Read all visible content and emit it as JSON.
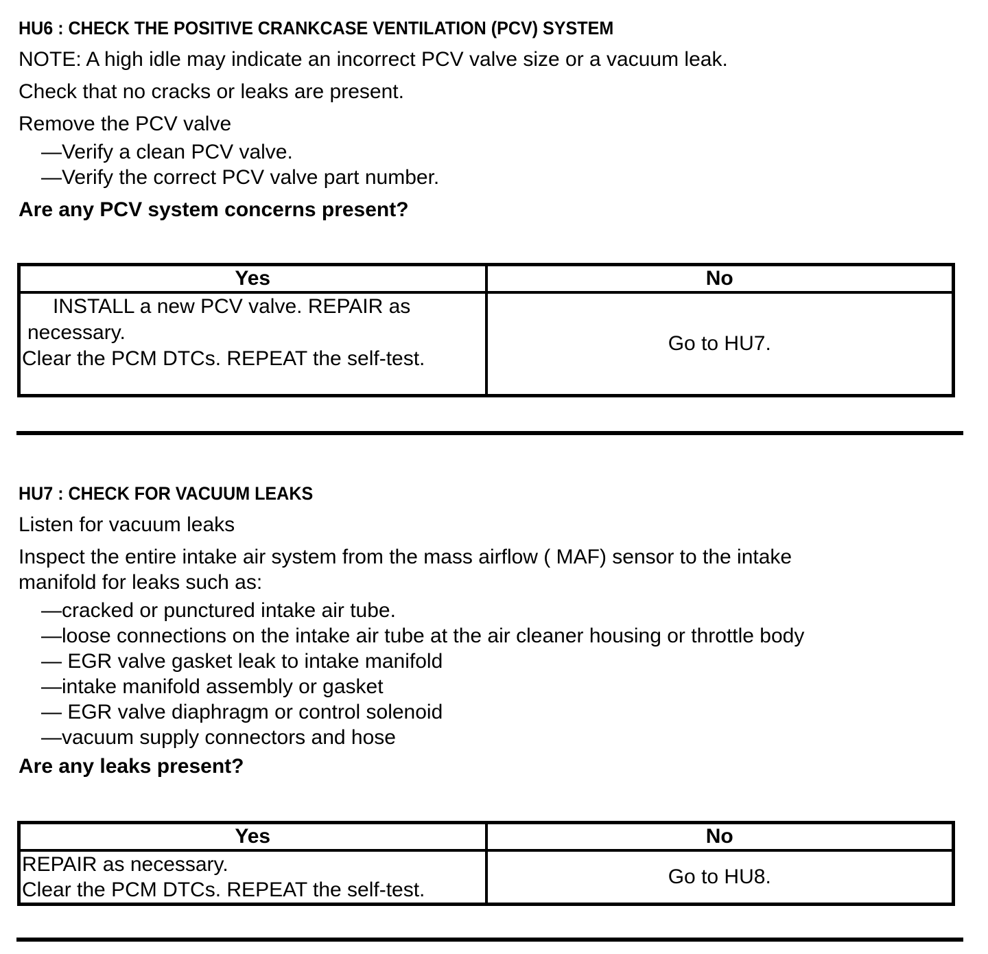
{
  "colors": {
    "text": "#000000",
    "background": "#ffffff",
    "border": "#000000"
  },
  "hu6": {
    "title": "HU6 : CHECK THE POSITIVE CRANKCASE VENTILATION (PCV) SYSTEM",
    "note": "NOTE: A high idle may indicate an incorrect PCV valve size or a vacuum leak.",
    "line1": "Check that no cracks or leaks are present.",
    "line2": "Remove the PCV valve",
    "bullets": [
      "—Verify a clean PCV valve.",
      "—Verify the correct PCV valve part number."
    ],
    "question": "Are any PCV system concerns present?",
    "table": {
      "yes_header": "Yes",
      "no_header": "No",
      "yes_lines": [
        "INSTALL a new PCV valve. REPAIR as",
        "necessary.",
        "Clear the PCM DTCs. REPEAT the self-test."
      ],
      "no": "Go to HU7."
    }
  },
  "hu7": {
    "title": "HU7 : CHECK FOR VACUUM LEAKS",
    "line1": "Listen for vacuum leaks",
    "intro_lines": [
      "Inspect the entire intake air system from the mass airflow ( MAF) sensor to the intake",
      "manifold for leaks such as:"
    ],
    "bullets": [
      "—cracked or punctured intake air tube.",
      "—loose connections on the intake air tube at the air cleaner housing or throttle body",
      "— EGR valve gasket leak to intake manifold",
      "—intake manifold assembly or gasket",
      "— EGR valve diaphragm or control solenoid",
      "—vacuum supply connectors and hose"
    ],
    "question": "Are any leaks present?",
    "table": {
      "yes_header": "Yes",
      "no_header": "No",
      "yes_lines": [
        "REPAIR as necessary.",
        "Clear the PCM DTCs. REPEAT the self-test."
      ],
      "no": "Go to HU8."
    }
  }
}
